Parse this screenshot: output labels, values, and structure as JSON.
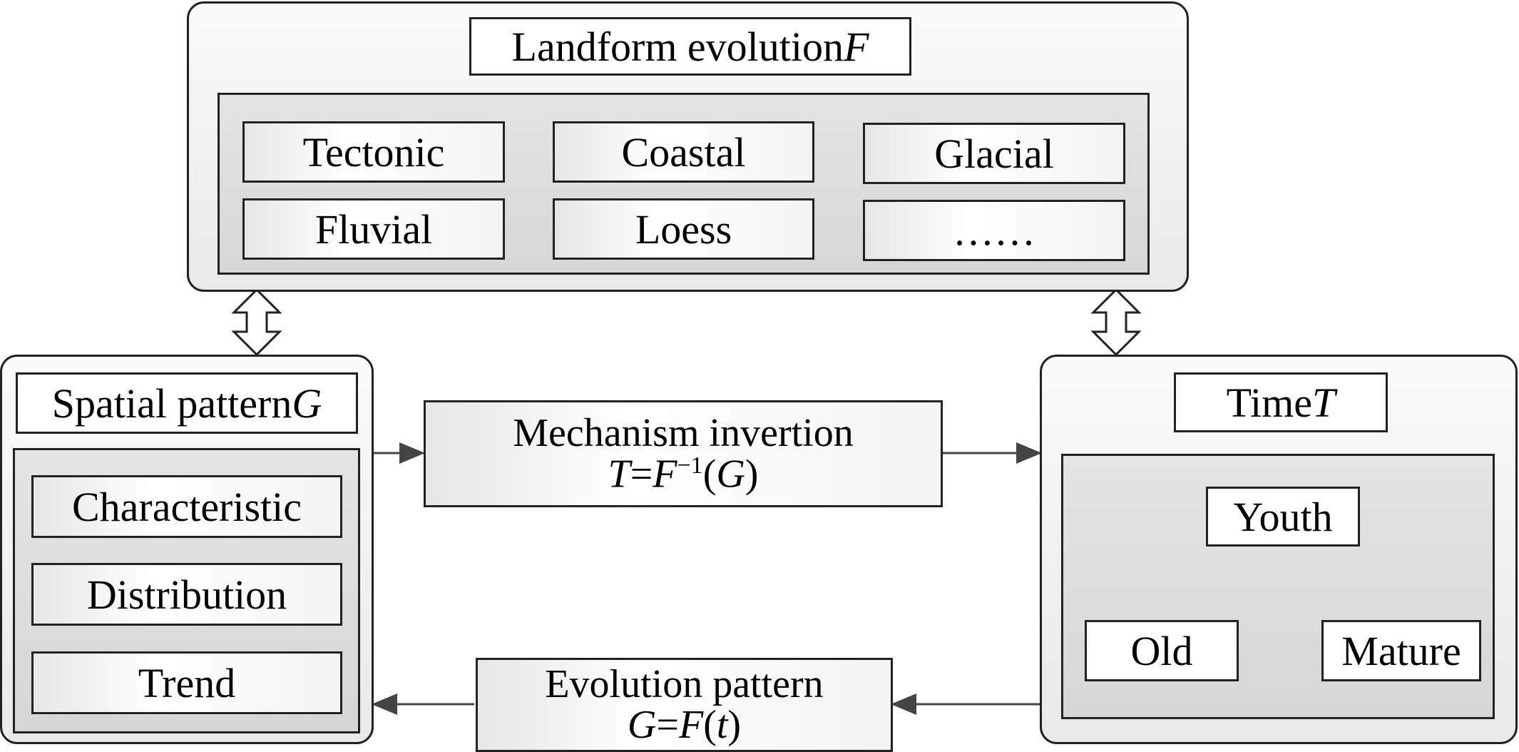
{
  "landform": {
    "title_prefix": "Landform evolution ",
    "title_var": "F",
    "types": [
      "Tectonic",
      "Coastal",
      "Glacial",
      "Fluvial",
      "Loess",
      "……"
    ]
  },
  "spatial": {
    "title_prefix": "Spatial pattern ",
    "title_var": "G",
    "items": [
      "Characteristic",
      "Distribution",
      "Trend"
    ]
  },
  "time": {
    "title_prefix": "Time ",
    "title_var": "T",
    "stages": {
      "youth": "Youth",
      "mature": "Mature",
      "old": "Old"
    }
  },
  "mechanism": {
    "label": "Mechanism invertion",
    "f_T": "T",
    "f_eq": "=",
    "f_F": "F",
    "f_exp": "−1",
    "f_open": "(",
    "f_G": "G",
    "f_close": ")"
  },
  "evolution": {
    "label": "Evolution pattern",
    "f_G": "G",
    "f_eq": "=",
    "f_F": "F",
    "f_open": "(",
    "f_t": "t",
    "f_close": ")"
  }
}
